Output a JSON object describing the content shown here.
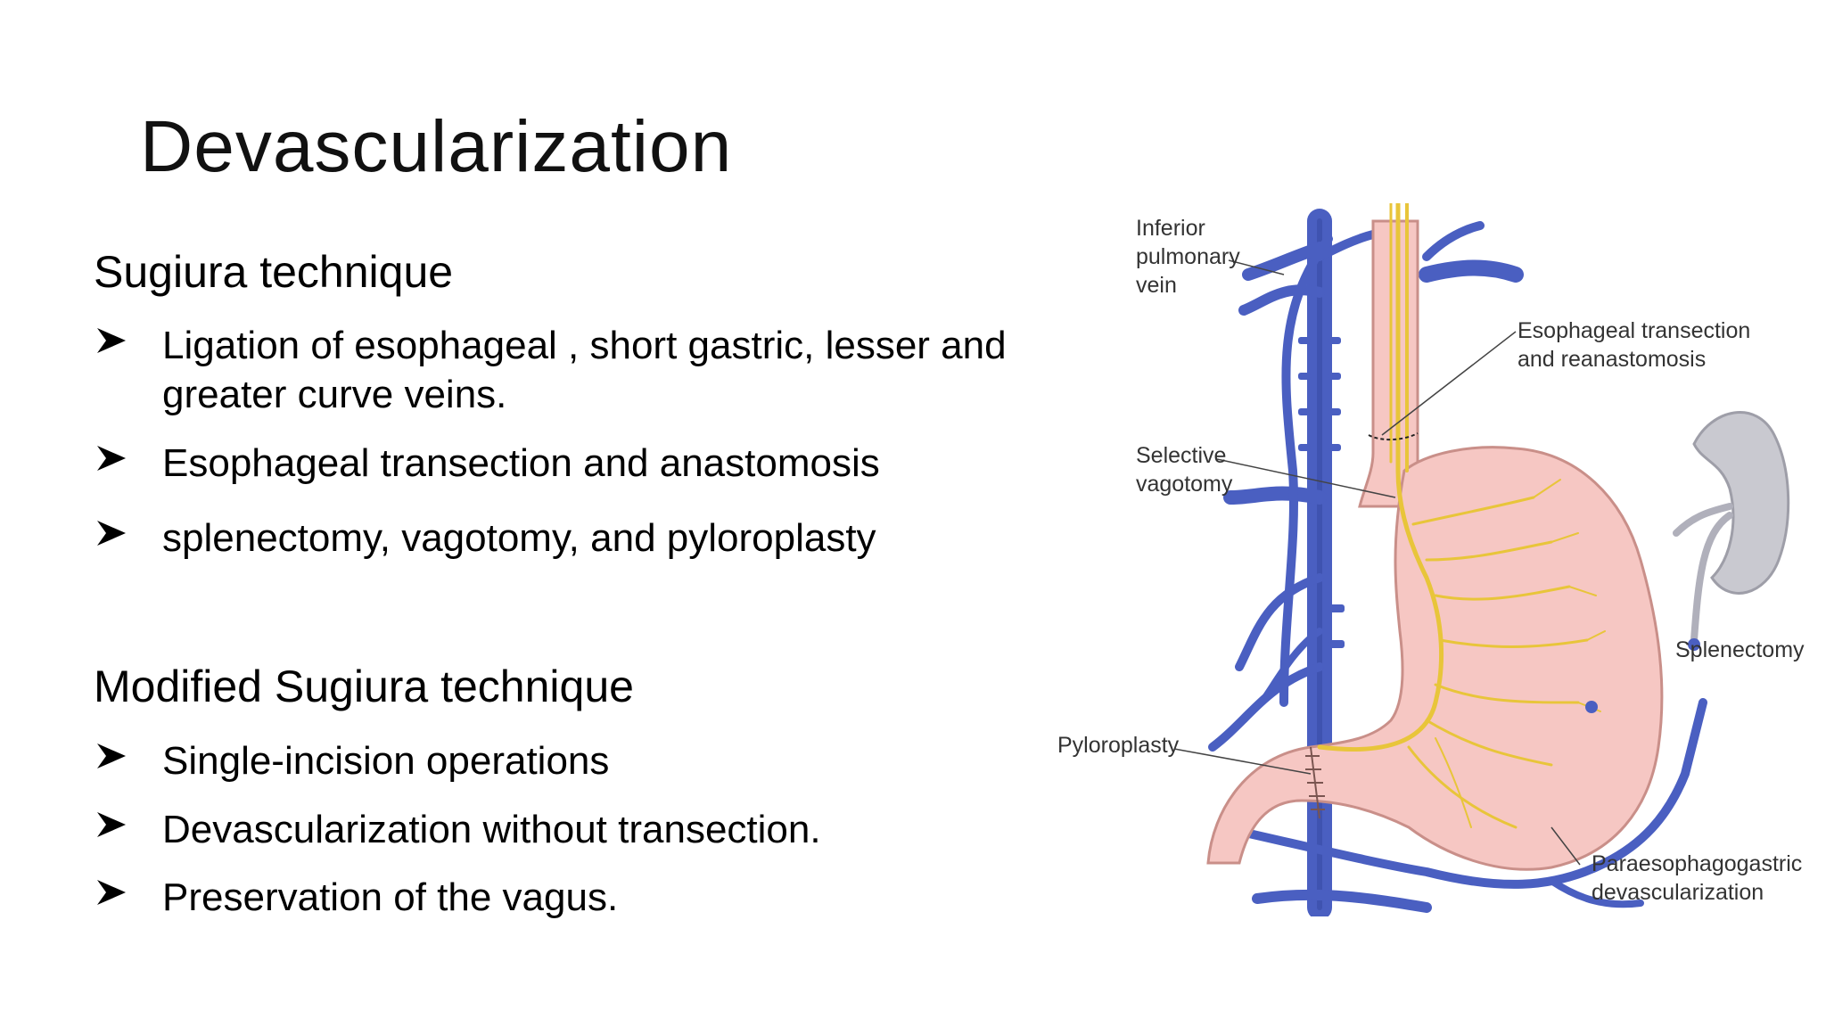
{
  "slide": {
    "title": "Devascularization"
  },
  "sections": [
    {
      "heading": "Sugiura technique",
      "bullets": [
        "Ligation of esophageal , short gastric, lesser and",
        "greater curve veins.",
        "Esophageal transection and anastomosis",
        "splenectomy, vagotomy, and pyloroplasty"
      ]
    },
    {
      "heading": "Modified Sugiura technique",
      "bullets": [
        "Single-incision operations",
        "Devascularization without transection.",
        "Preservation of the vagus."
      ]
    }
  ],
  "diagram": {
    "labels": {
      "inferior_pulmonary_vein": [
        "Inferior",
        "pulmonary",
        "vein"
      ],
      "esophageal_transection": [
        "Esophageal transection",
        "and reanastomosis"
      ],
      "selective_vagotomy": [
        "Selective",
        "vagotomy"
      ],
      "splenectomy": "Splenectomy",
      "pyloroplasty": "Pyloroplasty",
      "paraesophagogastric": [
        "Paraesophagogastric",
        "devascularization"
      ]
    },
    "colors": {
      "vein": "#4a5fc1",
      "vein_dark": "#34489f",
      "nerve": "#e8c53a",
      "stomach": "#f6c7c3",
      "stomach_outline": "#c98f89",
      "spleen": "#c9c9d0"
    }
  }
}
